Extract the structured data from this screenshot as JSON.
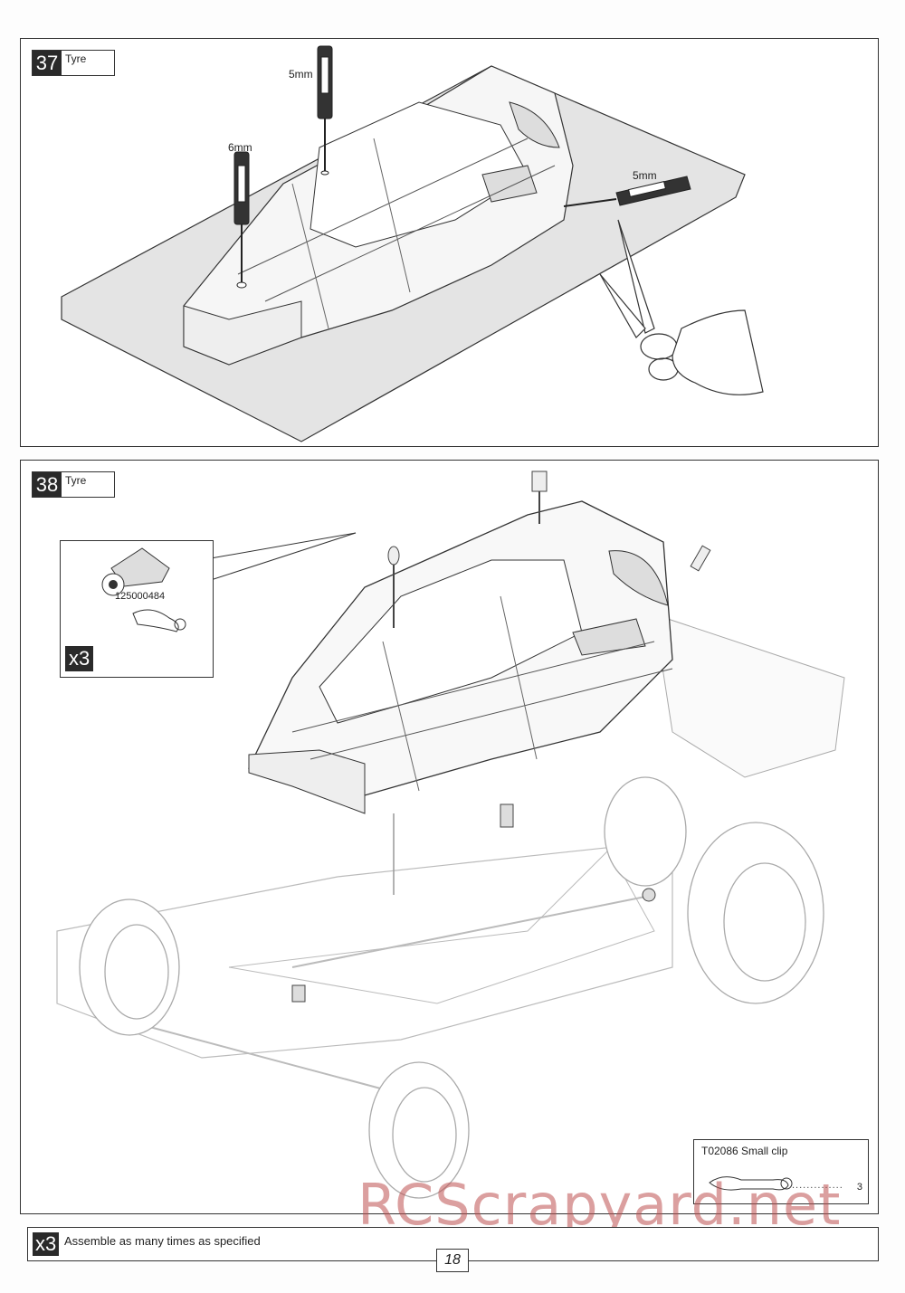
{
  "step37": {
    "number": "37",
    "label": "Tyre",
    "dims": [
      "5mm",
      "6mm",
      "5mm"
    ]
  },
  "step38": {
    "number": "38",
    "label": "Tyre",
    "inset": {
      "part_number": "125000484",
      "multiplier": "x3"
    },
    "parts_box": {
      "title": "T02086  Small clip",
      "qty": "3",
      "dots": ".............."
    }
  },
  "footer": {
    "badge": "x3",
    "note": "Assemble as many times as specified",
    "page": "18"
  },
  "watermark": "RCScrapyard.net"
}
